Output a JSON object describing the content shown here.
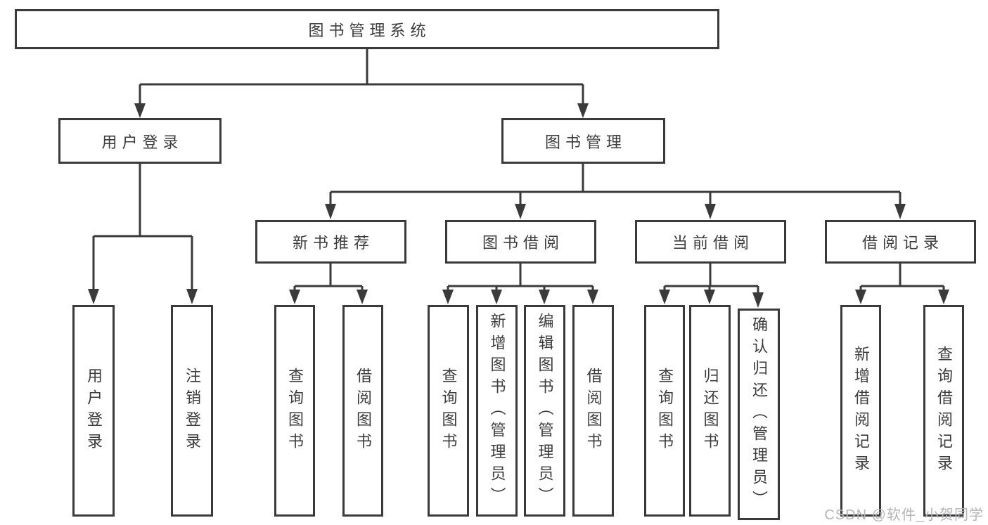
{
  "tree": {
    "root": {
      "label": "图书管理系统"
    },
    "branches": [
      {
        "label": "用户登录",
        "children": [
          {
            "label": "用户登录"
          },
          {
            "label": "注销登录"
          }
        ]
      },
      {
        "label": "图书管理",
        "children": [
          {
            "label": "新书推荐",
            "children": [
              {
                "label": "查询图书"
              },
              {
                "label": "借阅图书"
              }
            ]
          },
          {
            "label": "图书借阅",
            "children": [
              {
                "label": "查询图书"
              },
              {
                "label": "新增图书（管理员）"
              },
              {
                "label": "编辑图书（管理员）"
              },
              {
                "label": "借阅图书"
              }
            ]
          },
          {
            "label": "当前借阅",
            "children": [
              {
                "label": "查询图书"
              },
              {
                "label": "归还图书"
              },
              {
                "label": "确认归还（管理员）"
              }
            ]
          },
          {
            "label": "借阅记录",
            "children": [
              {
                "label": "新增借阅记录"
              },
              {
                "label": "查询借阅记录"
              }
            ]
          }
        ]
      }
    ]
  },
  "watermark": {
    "text": "CSDN @软件_小贺同学"
  },
  "colors": {
    "line": "#3a3a3a",
    "text": "#3c3c3c",
    "background": "#ffffff",
    "watermark": "#b2b5b9"
  }
}
